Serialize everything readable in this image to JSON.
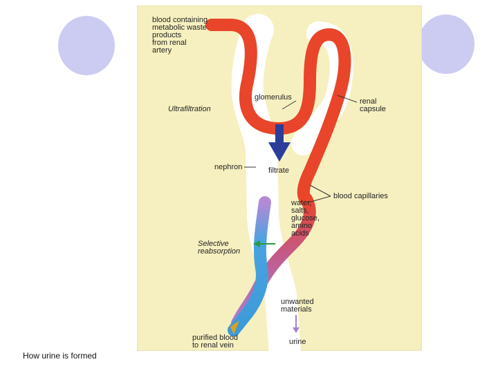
{
  "slide": {
    "caption": "How urine is formed"
  },
  "diagram": {
    "labels": {
      "blood_in": "blood containing\nmetabolic waste\nproducts\nfrom renal\nartery",
      "ultrafiltration": "Ultrafiltration",
      "glomerulus": "glomerulus",
      "renal_capsule": "renal\ncapsule",
      "nephron": "nephron",
      "filtrate": "filtrate",
      "blood_capillaries": "blood capillaries",
      "filtrate_contents": "water,\nsalts,\nglucose,\namino\nacids",
      "selective_reabsorption": "Selective\nreabsorption",
      "unwanted_materials": "unwanted\nmaterials",
      "purified_blood": "purified blood\nto renal vein",
      "urine": "urine"
    },
    "colors": {
      "artery": "#e8452a",
      "vein": "#4aa3e0",
      "transition": "#a77fd0",
      "nephron": "#ffffff",
      "filtration_arrow": "#2a3d9a",
      "reabsorption_arrow": "#2a9a3a",
      "background": "#f6f0c0"
    }
  }
}
